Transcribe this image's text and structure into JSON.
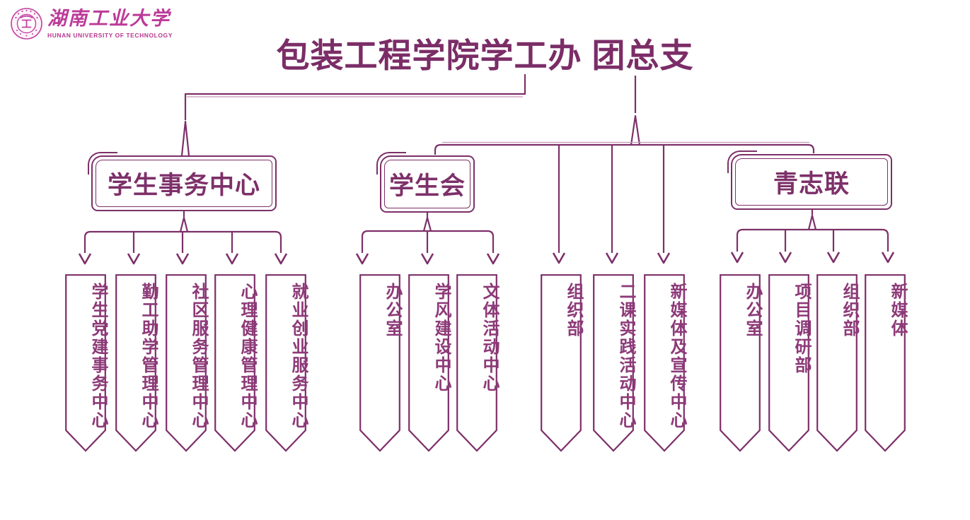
{
  "logo": {
    "name_zh": "湖南工业大学",
    "name_en": "HUNAN UNIVERSITY OF TECHNOLOGY"
  },
  "header": {
    "title": "包装工程学院学工办 团总支"
  },
  "colors": {
    "primary_purple": "#7d3069",
    "banner_text_purple": "#8d3a78",
    "logo_magenta": "#bc3a98"
  },
  "branches": [
    {
      "label": "学生事务中心",
      "departments": [
        "学生党建事务中心",
        "勤工助学管理中心",
        "社区服务管理中心",
        "心理健康管理中心",
        "就业创业服务中心"
      ]
    },
    {
      "label": "学生会",
      "departments": [
        "办公室",
        "学风建设中心",
        "文体活动中心"
      ]
    },
    {
      "label": "青志联",
      "departments": [
        "办公室",
        "项目调研部",
        "组织部",
        "新媒体"
      ]
    }
  ],
  "direct_departments": [
    "组织部",
    "二课实践活动中心",
    "新媒体及宣传中心"
  ]
}
